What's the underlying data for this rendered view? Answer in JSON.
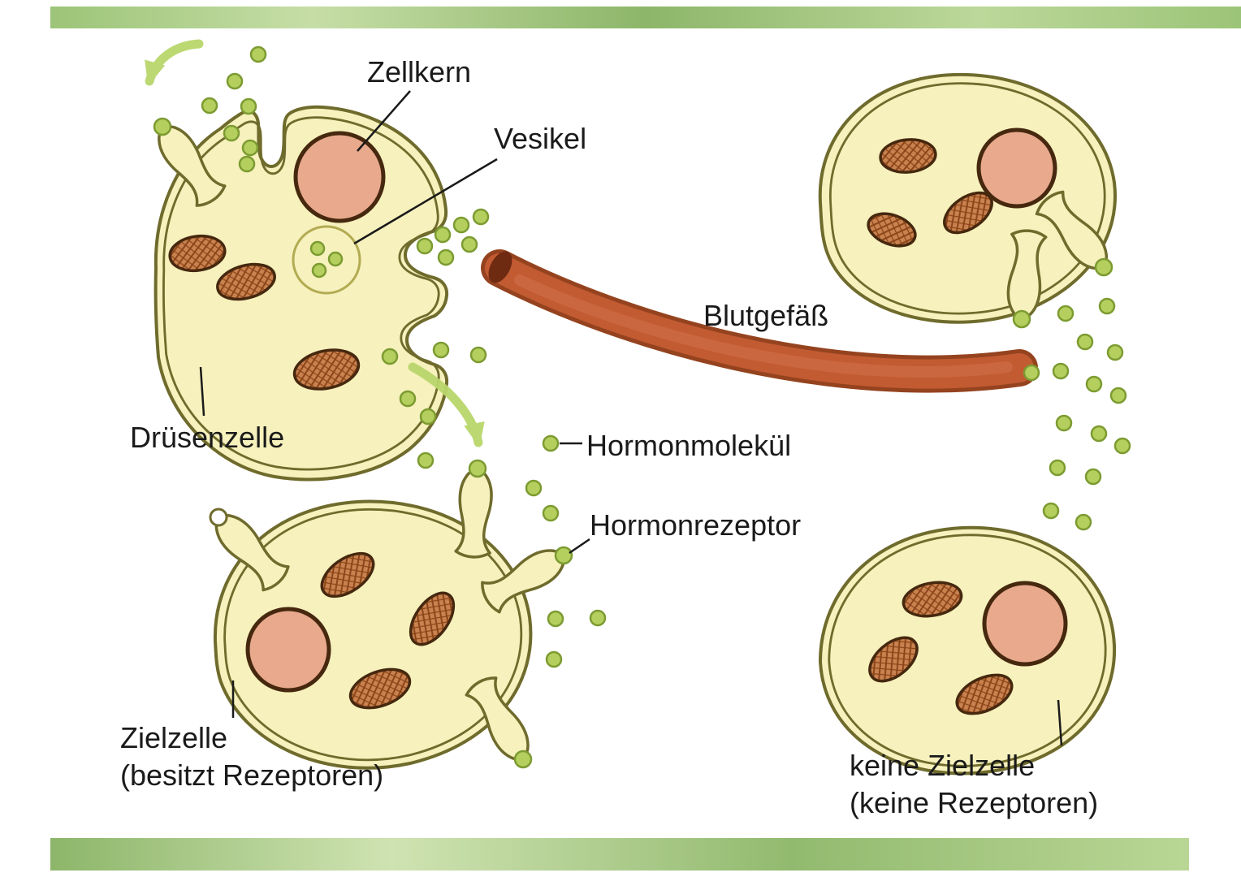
{
  "labels": {
    "zellkern": "Zellkern",
    "vesikel": "Vesikel",
    "blutgefaess": "Blutgefäß",
    "druesenzelle": "Drüsenzelle",
    "hormonmolekuel": "Hormonmolekül",
    "hormonrezeptor": "Hormonrezeptor",
    "zielzelle_line1": "Zielzelle",
    "zielzelle_line2": "(besitzt Rezeptoren)",
    "keine_zielzelle_line1": "keine Zielzelle",
    "keine_zielzelle_line2": "(keine Rezeptoren)"
  },
  "colors": {
    "cell_fill": "#f6f1bd",
    "membrane": "#6f6b2c",
    "nucleus_fill": "#e8a98c",
    "nucleus_stroke": "#46280f",
    "mitochondria_fill": "#c9824f",
    "hormone_fill": "#b5cf5e",
    "hormone_stroke": "#7c9b31",
    "vessel_dark": "#95431f",
    "vessel_main": "#c25b32",
    "arrow_green": "#b9d66b",
    "bar_green": "#96be73",
    "label_color": "#1a1a1a"
  }
}
